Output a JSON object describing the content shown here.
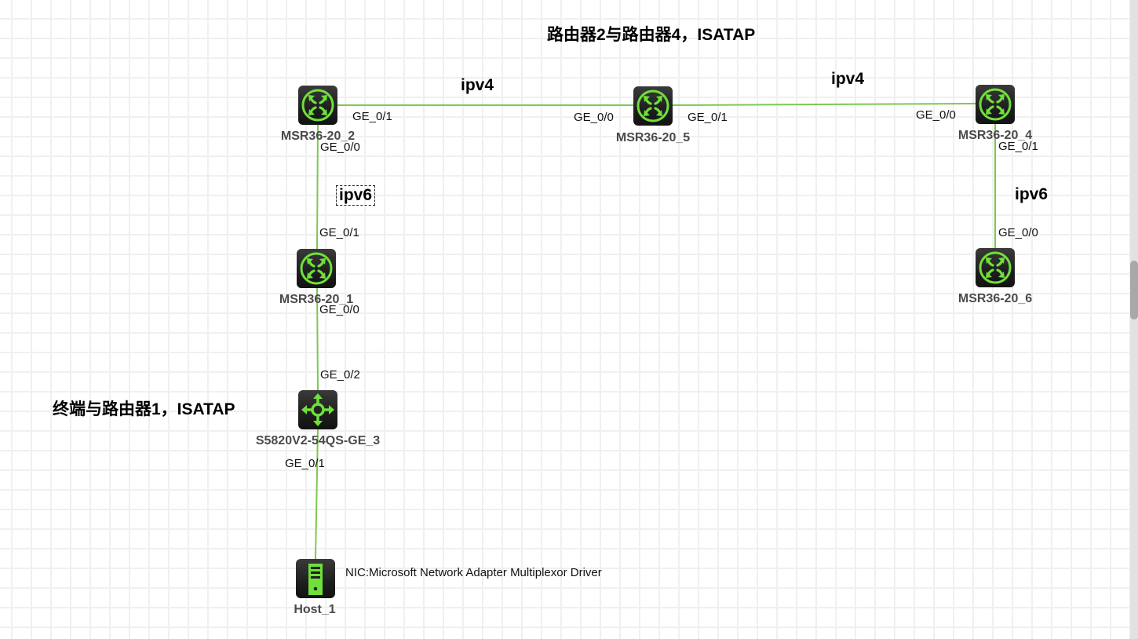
{
  "annotations": {
    "top": "路由器2与路由器4，ISATAP",
    "left": "终端与路由器1，ISATAP"
  },
  "colors": {
    "link": "#7ec850",
    "icon_green": "#6fe03a"
  },
  "nodes": {
    "r2": {
      "name": "MSR36-20_2",
      "type": "router",
      "icon": "router-icon"
    },
    "r5": {
      "name": "MSR36-20_5",
      "type": "router",
      "icon": "router-icon"
    },
    "r4": {
      "name": "MSR36-20_4",
      "type": "router",
      "icon": "router-icon"
    },
    "r1": {
      "name": "MSR36-20_1",
      "type": "router",
      "icon": "router-icon"
    },
    "r6": {
      "name": "MSR36-20_6",
      "type": "router",
      "icon": "router-icon"
    },
    "sw3": {
      "name": "S5820V2-54QS-GE_3",
      "type": "switch",
      "icon": "switch-icon"
    },
    "host1": {
      "name": "Host_1",
      "type": "host",
      "icon": "host-icon",
      "nic": "NIC:Microsoft Network Adapter Multiplexor Driver"
    }
  },
  "links": {
    "r2_r5": {
      "label": "ipv4",
      "a_port": "GE_0/1",
      "b_port": "GE_0/0"
    },
    "r5_r4": {
      "label": "ipv4",
      "a_port": "GE_0/1",
      "b_port": "GE_0/0"
    },
    "r2_r1": {
      "label": "ipv6",
      "a_port": "GE_0/0",
      "b_port": "GE_0/1",
      "selected": true
    },
    "r4_r6": {
      "label": "ipv6",
      "a_port": "GE_0/1",
      "b_port": "GE_0/0"
    },
    "r1_sw3": {
      "label": "",
      "a_port": "GE_0/0",
      "b_port": "GE_0/2"
    },
    "sw3_host1": {
      "label": "",
      "a_port": "GE_0/1",
      "b_port": ""
    }
  }
}
